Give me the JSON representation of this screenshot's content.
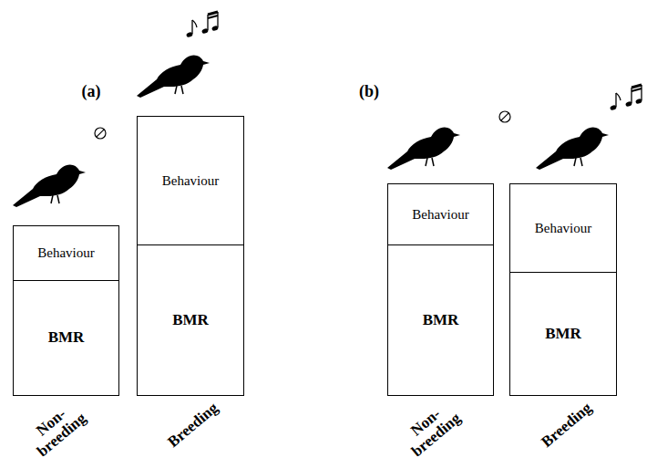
{
  "diagram": {
    "nodes": [
      {
        "text": [
          "Behaviour"
        ]
      },
      {
        "text": [
          "BMR"
        ]
      },
      {
        "text": [
          "Behaviour"
        ]
      },
      {
        "text": [
          "BMR"
        ]
      },
      {
        "text": [
          "Behaviour"
        ]
      },
      {
        "text": [
          "BMR"
        ]
      },
      {
        "text": [
          "Behaviour"
        ]
      },
      {
        "text": [
          "BMR"
        ]
      }
    ],
    "labels": [
      "(a)",
      "(b)",
      "Non- breeding",
      "Breeding",
      "Non- breeding",
      "Breeding"
    ]
  }
}
